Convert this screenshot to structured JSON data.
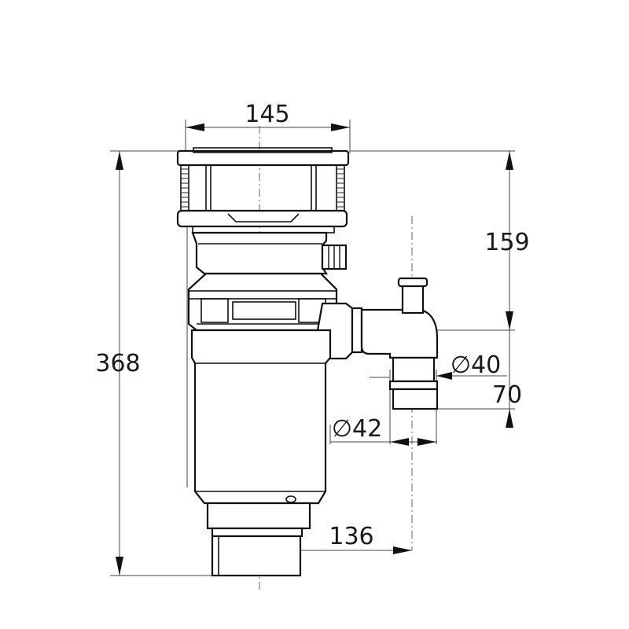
{
  "dimensions": {
    "top_width": "145",
    "overall_height": "368",
    "upper_height": "159",
    "outlet_diameter": "∅40",
    "outlet_drop": "70",
    "inlet_diameter": "∅42",
    "outlet_offset": "136"
  },
  "colors": {
    "line": "#111111",
    "dim_line": "#444444",
    "text": "#1a1a1a"
  }
}
